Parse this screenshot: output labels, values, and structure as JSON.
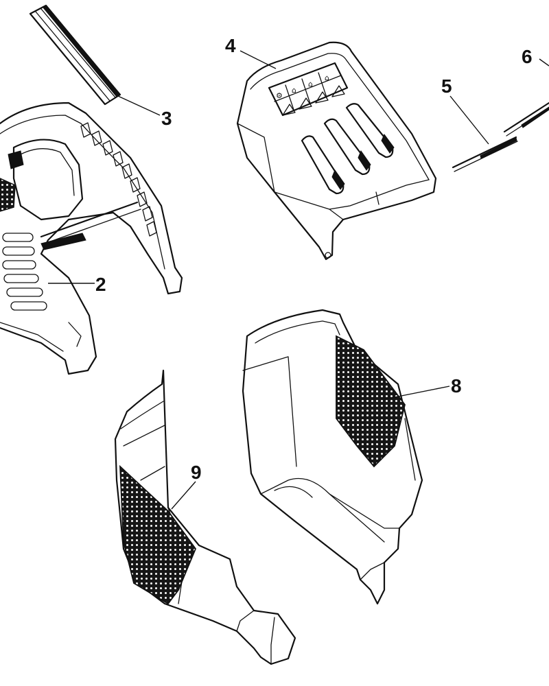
{
  "callouts": {
    "c2": "2",
    "c3": "3",
    "c4": "4",
    "c5": "5",
    "c6": "6",
    "c8": "8",
    "c9": "9"
  },
  "colors": {
    "line": "#111111",
    "background": "#ffffff"
  }
}
